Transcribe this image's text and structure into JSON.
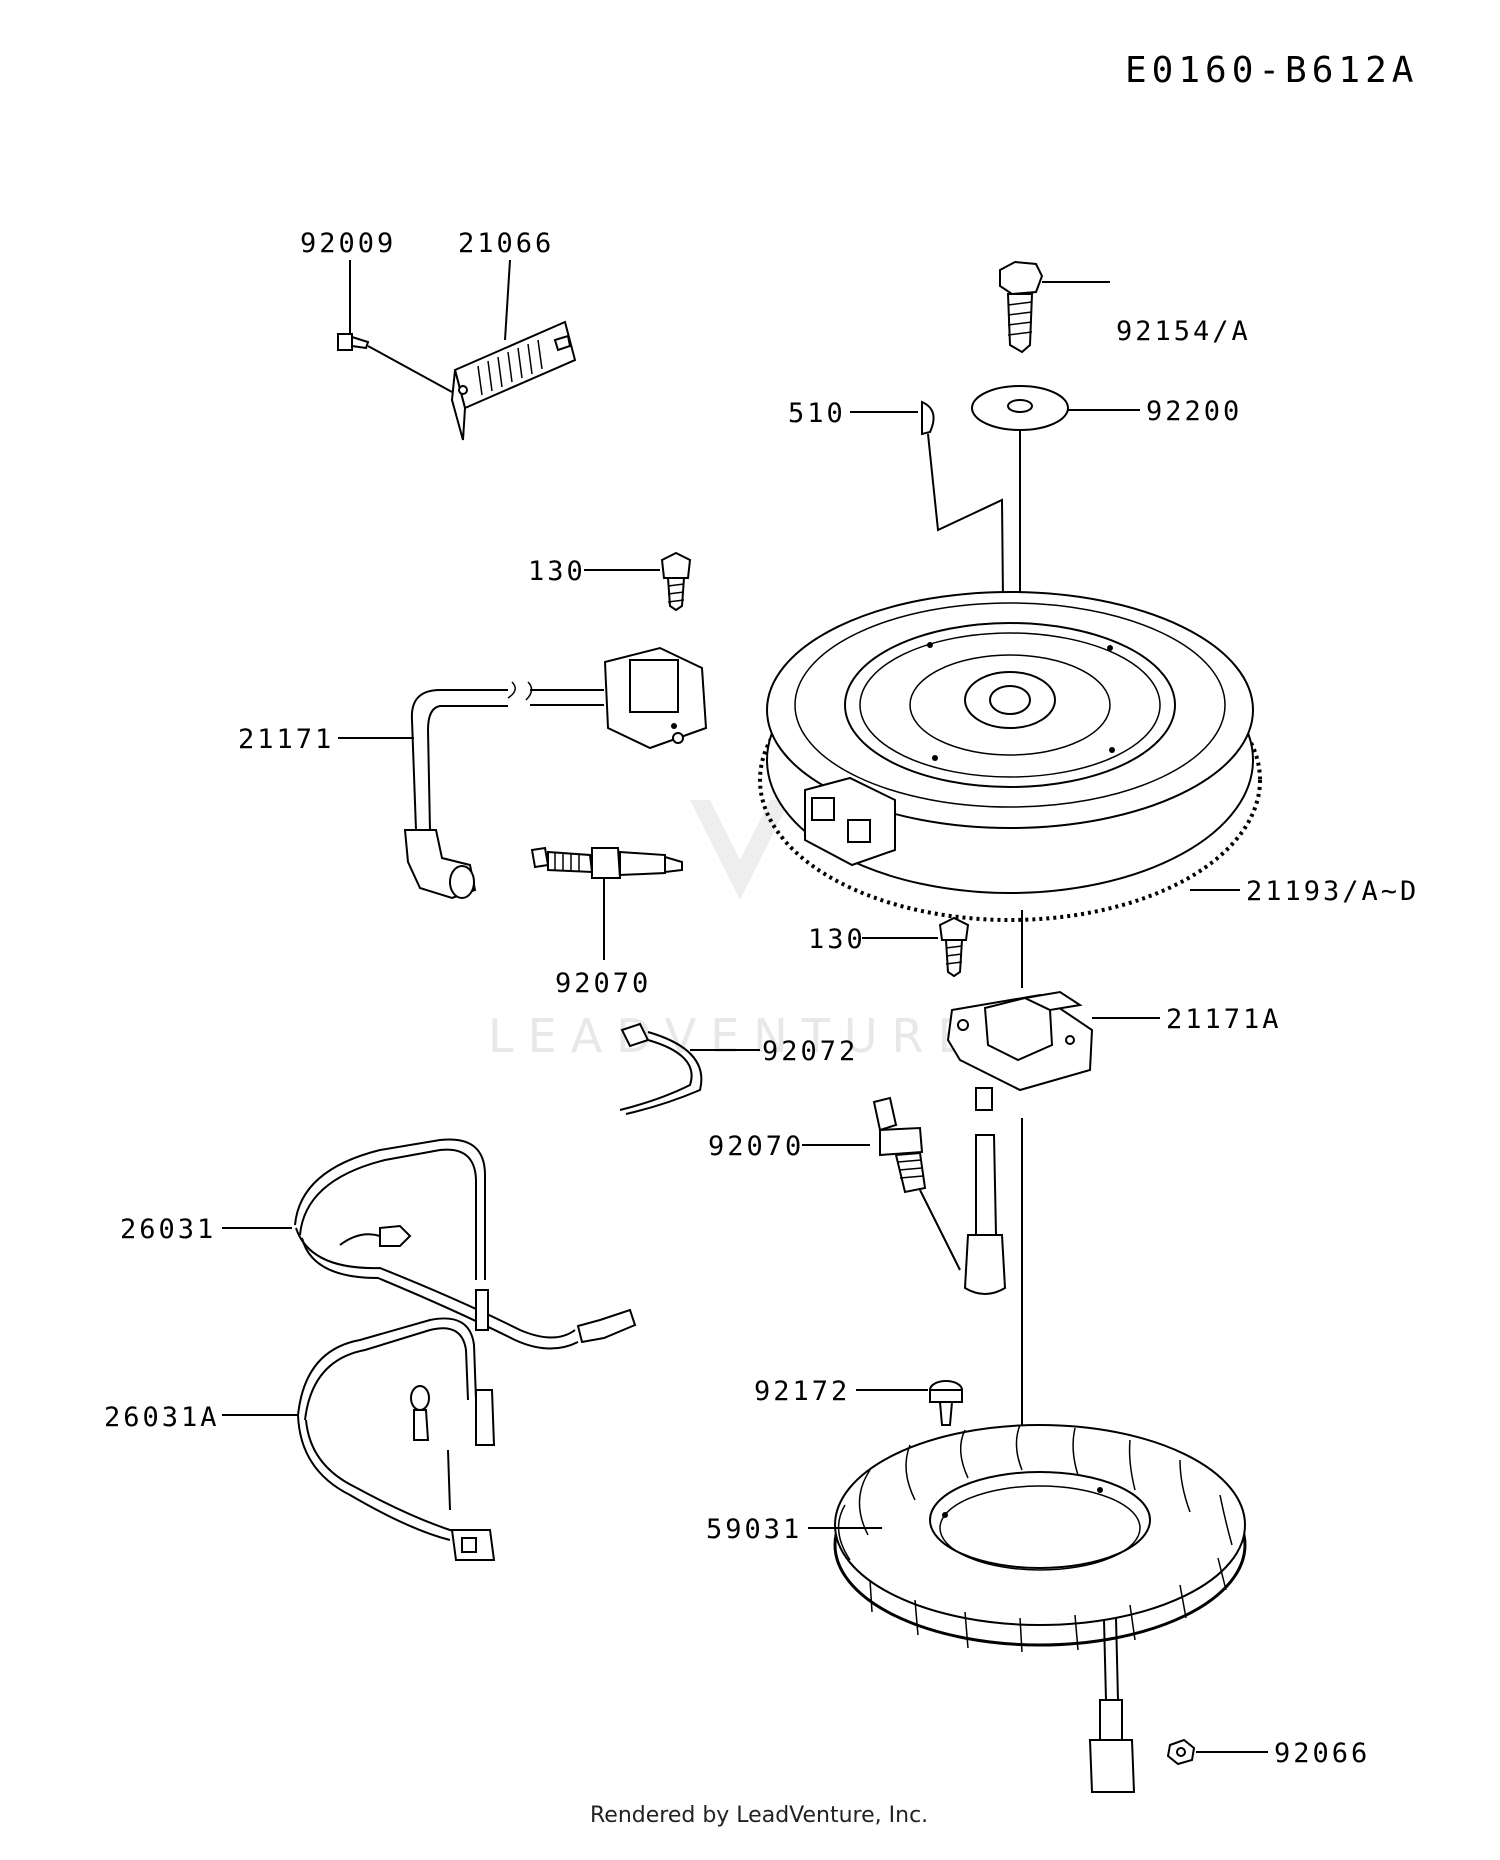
{
  "diagram_code": "E0160-B612A",
  "footer": "Rendered by LeadVenture, Inc.",
  "watermark": "LEADVENTURE",
  "labels": {
    "p92009": "92009",
    "p21066": "21066",
    "p92154": "92154/A",
    "p510": "510",
    "p92200": "92200",
    "p130_top": "130",
    "p21171": "21171",
    "p92070_left": "92070",
    "p21193": "21193/A~D",
    "p130_mid": "130",
    "p21171A": "21171A",
    "p92072": "92072",
    "p92070_mid": "92070",
    "p26031": "26031",
    "p26031A": "26031A",
    "p92172": "92172",
    "p59031": "59031",
    "p92066": "92066"
  }
}
